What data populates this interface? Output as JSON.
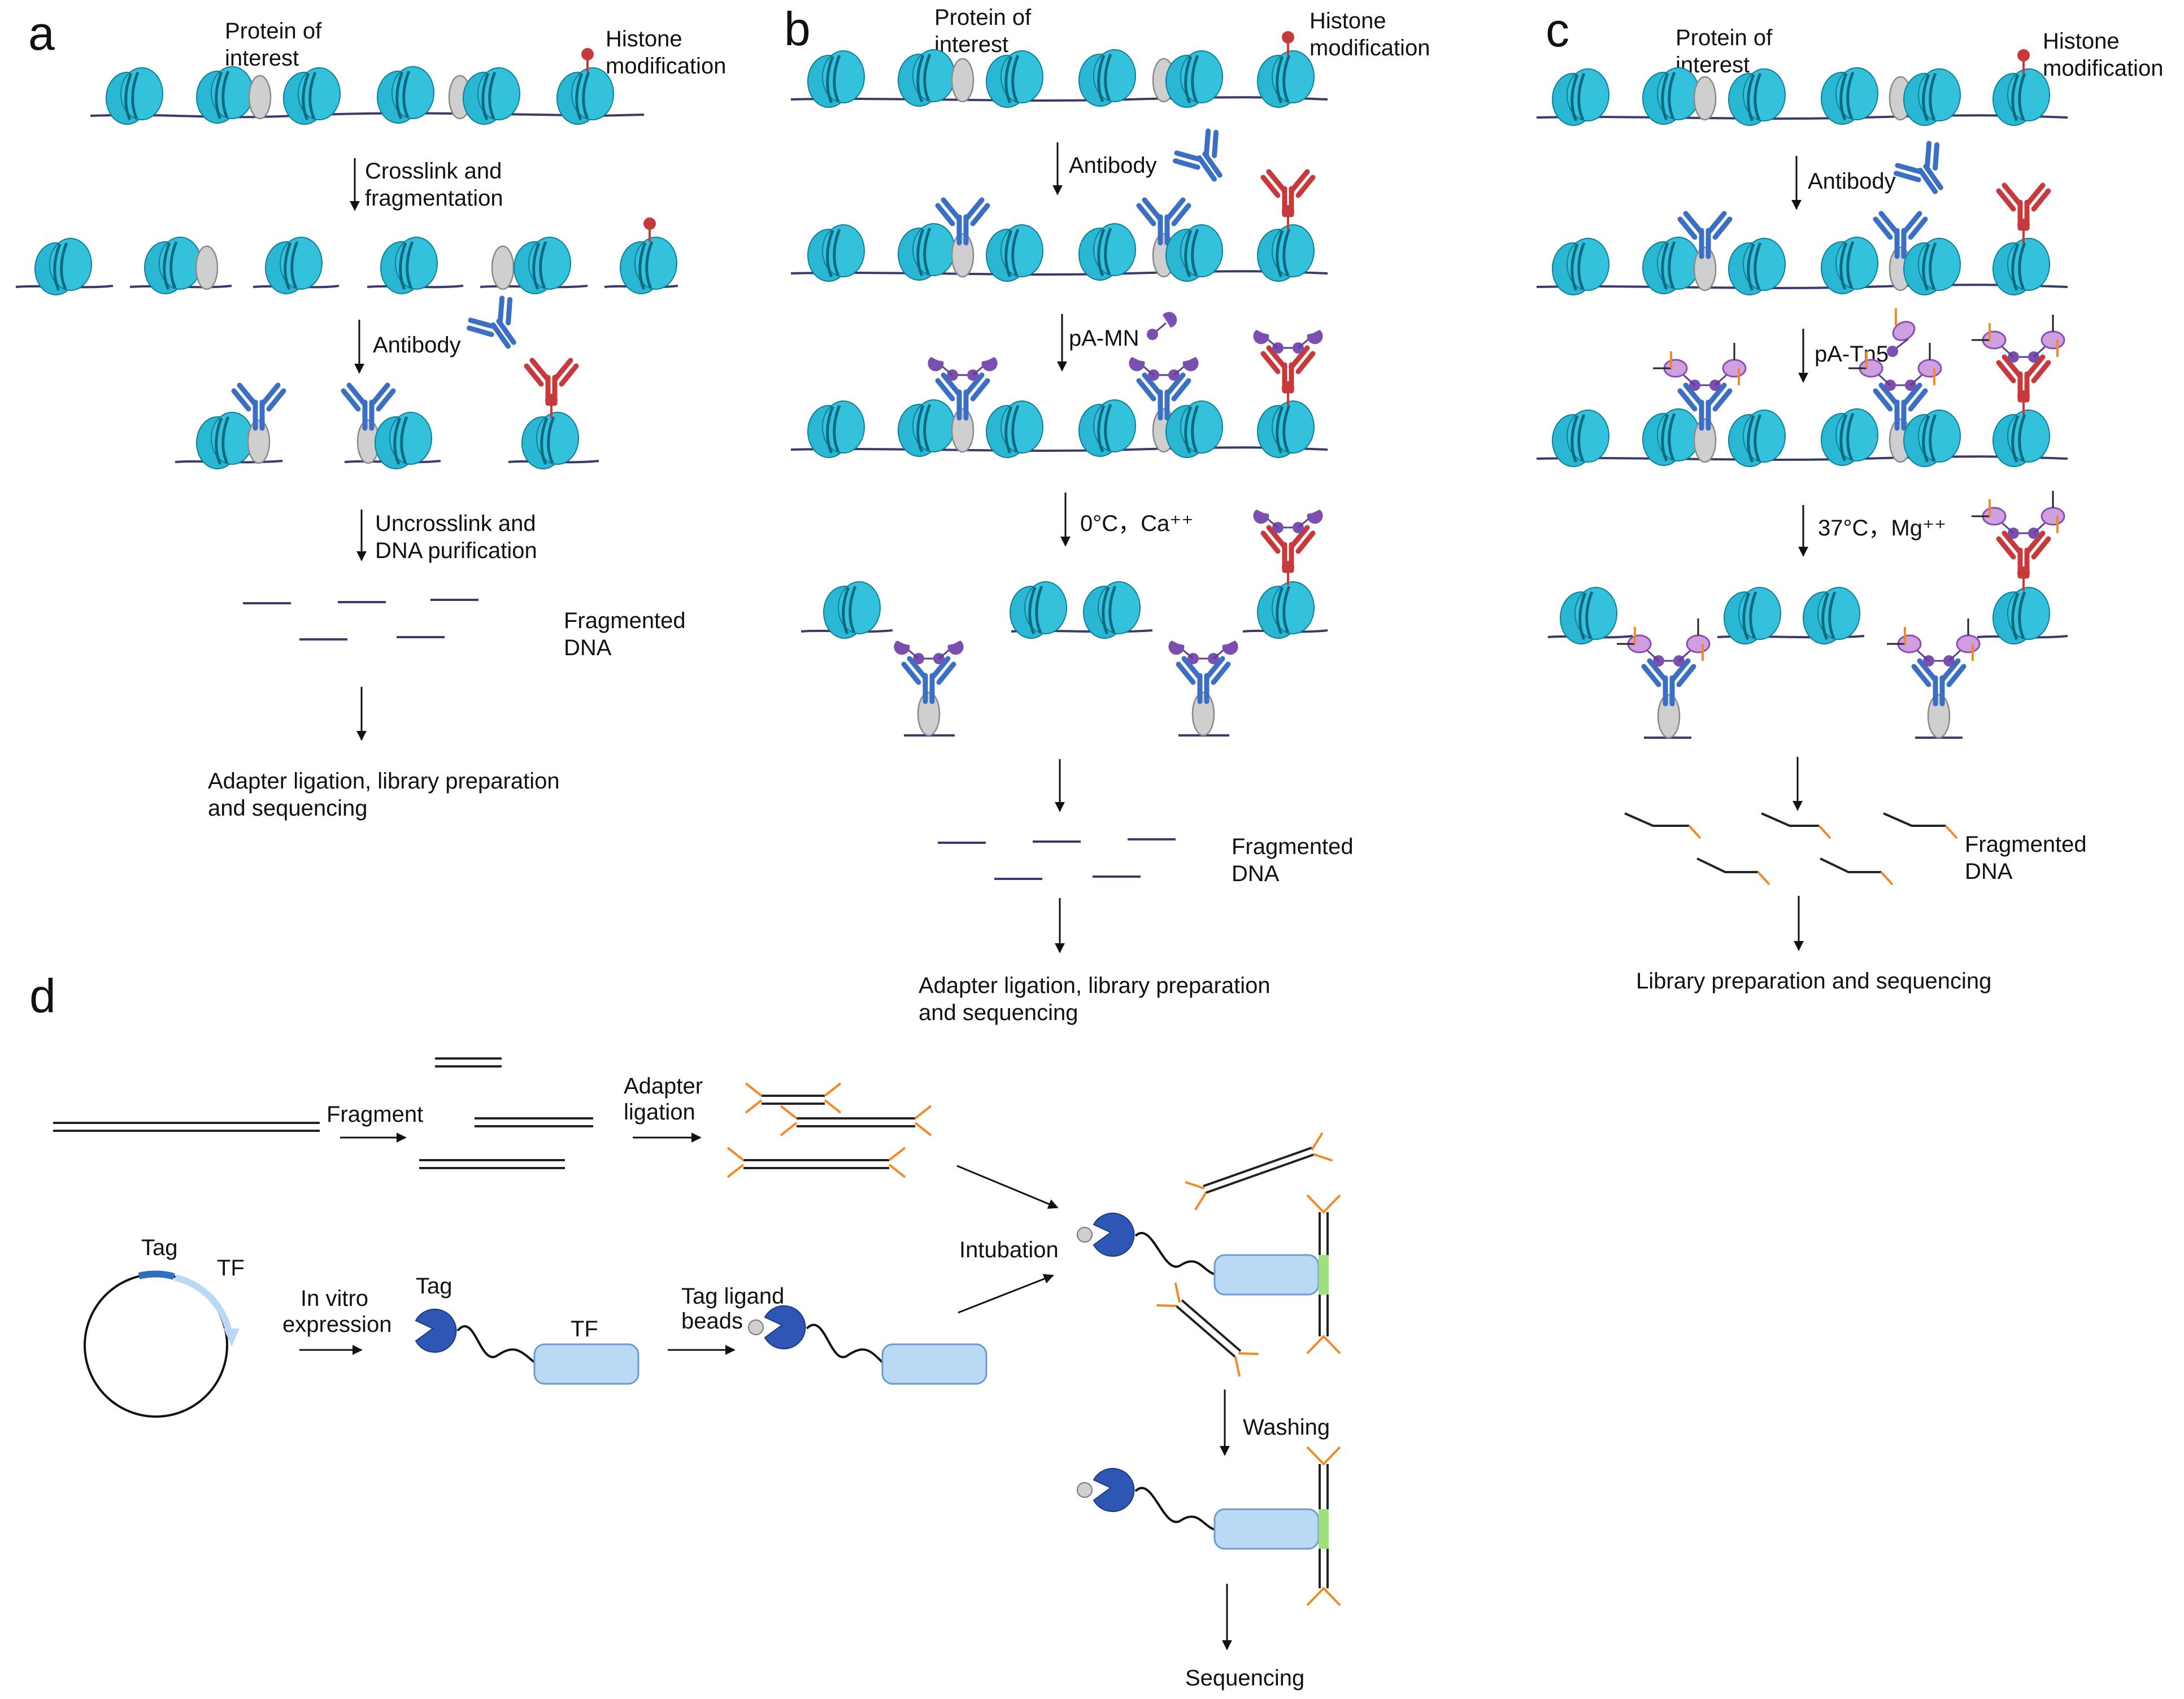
{
  "panels": {
    "a": {
      "letter": "a",
      "protein_label": [
        "Protein of",
        "interest"
      ],
      "histone_label": [
        "Histone",
        "modification"
      ],
      "step1": [
        "Crosslink and",
        "fragmentation"
      ],
      "step2": "Antibody",
      "step3": [
        "Uncrosslink and",
        "DNA purification"
      ],
      "dna_label": [
        "Fragmented",
        "DNA"
      ],
      "final": [
        "Adapter ligation, library preparation",
        "and sequencing"
      ]
    },
    "b": {
      "letter": "b",
      "protein_label": [
        "Protein of",
        "interest"
      ],
      "histone_label": [
        "Histone",
        "modification"
      ],
      "step1": "Antibody",
      "step2": "pA-MN",
      "step3": "0°C，Ca⁺⁺",
      "dna_label": [
        "Fragmented",
        "DNA"
      ],
      "final": [
        "Adapter ligation, library preparation",
        "and sequencing"
      ]
    },
    "c": {
      "letter": "c",
      "protein_label": [
        "Protein of",
        "interest"
      ],
      "histone_label": [
        "Histone",
        "modification"
      ],
      "step1": "Antibody",
      "step2": "pA-Tn5",
      "step3": "37°C，Mg⁺⁺",
      "dna_label": [
        "Fragmented",
        "DNA"
      ],
      "final": "Library preparation and sequencing"
    },
    "d": {
      "letter": "d",
      "fragment": "Fragment",
      "adapter": [
        "Adapter",
        "ligation"
      ],
      "tag": "Tag",
      "tf": "TF",
      "in_vitro": [
        "In vitro",
        "expression"
      ],
      "tag2": "Tag",
      "tf2": "TF",
      "tag_ligand": [
        "Tag ligand",
        "beads"
      ],
      "intubation": "Intubation",
      "washing": "Washing",
      "sequencing": "Sequencing"
    }
  },
  "colors": {
    "nucleosome": "#29b7d3",
    "nucleosome_dark": "#0b7f9a",
    "dna": "#3b3b6b",
    "protein": "#cfcfcf",
    "antibody_blue": "#3a6fc4",
    "antibody_red": "#c8393c",
    "enzyme": "#7a4fb0",
    "tn5": "#cf9fe0",
    "adapter": "#f08a24",
    "tf_fill": "#b9d9f4",
    "tag_blue": "#2e57b5"
  }
}
